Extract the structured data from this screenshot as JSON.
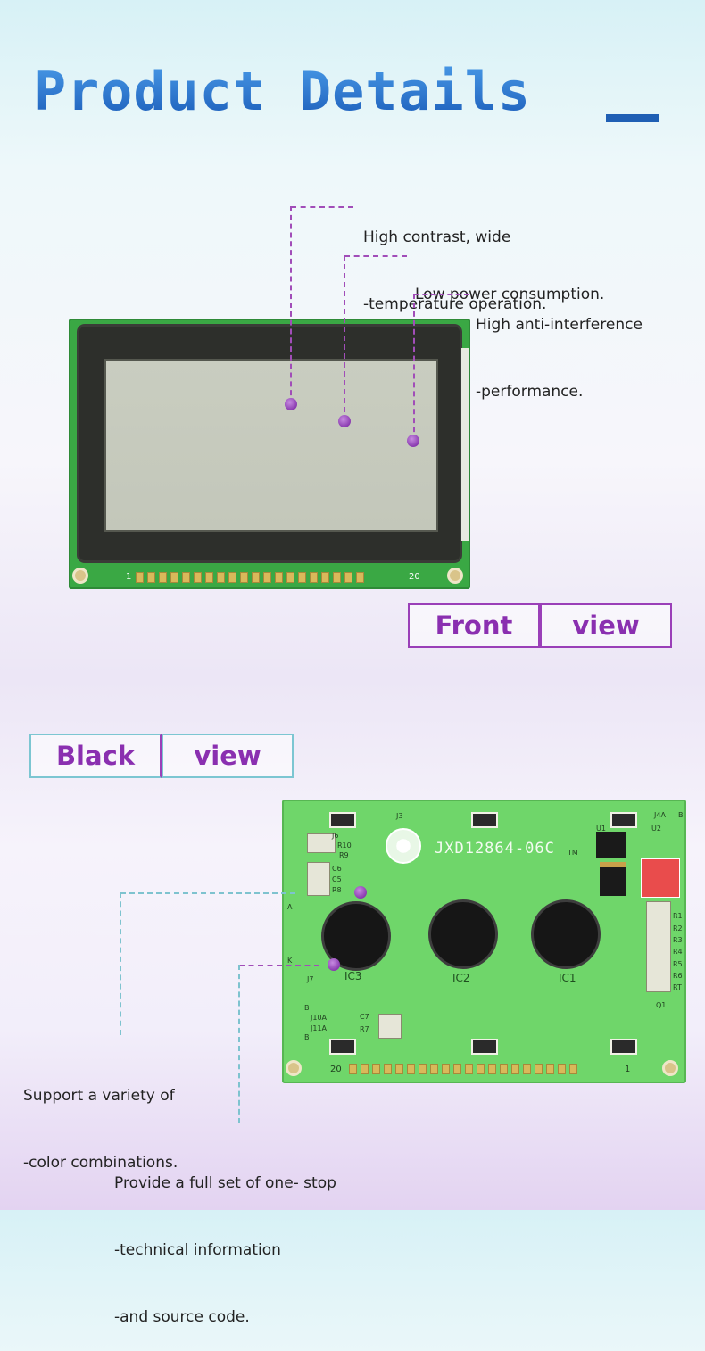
{
  "title": "Product Details",
  "front": {
    "features": [
      {
        "line1": "High contrast, wide",
        "line2": "-temperature operation."
      },
      {
        "line1": "Low power consumption.",
        "line2": ""
      },
      {
        "line1": "High anti-interference",
        "line2": "-performance."
      }
    ],
    "view_label": {
      "word1": "Front",
      "word2": "view"
    },
    "pin_first": "1",
    "pin_last": "20"
  },
  "back": {
    "view_label": {
      "word1": "Black",
      "word2": "view"
    },
    "features": [
      {
        "line1": "Support a variety of",
        "line2": "-color combinations."
      },
      {
        "line1": "Provide a full set of one- stop",
        "line2": "-technical information",
        "line3": "-and source code."
      }
    ],
    "model_text": "JXD12864-06C",
    "tm": "TM",
    "chips": [
      "IC3",
      "IC2",
      "IC1"
    ],
    "pin_first": "20",
    "pin_last": "1",
    "silkscreen": [
      "J3",
      "J6",
      "J4A",
      "B",
      "U1",
      "U2",
      "R10",
      "R9",
      "C6",
      "C5",
      "R8",
      "A",
      "K",
      "J7",
      "J10A",
      "J11A",
      "B",
      "B",
      "C7",
      "R7",
      "Q1",
      "R1",
      "R2",
      "R3",
      "R4",
      "R5",
      "R6",
      "RT"
    ]
  },
  "colors": {
    "accent": "#8a2fb0",
    "title": "#1e67c2",
    "pcb_front": "#3aa844",
    "pcb_back": "#6fd66a"
  }
}
